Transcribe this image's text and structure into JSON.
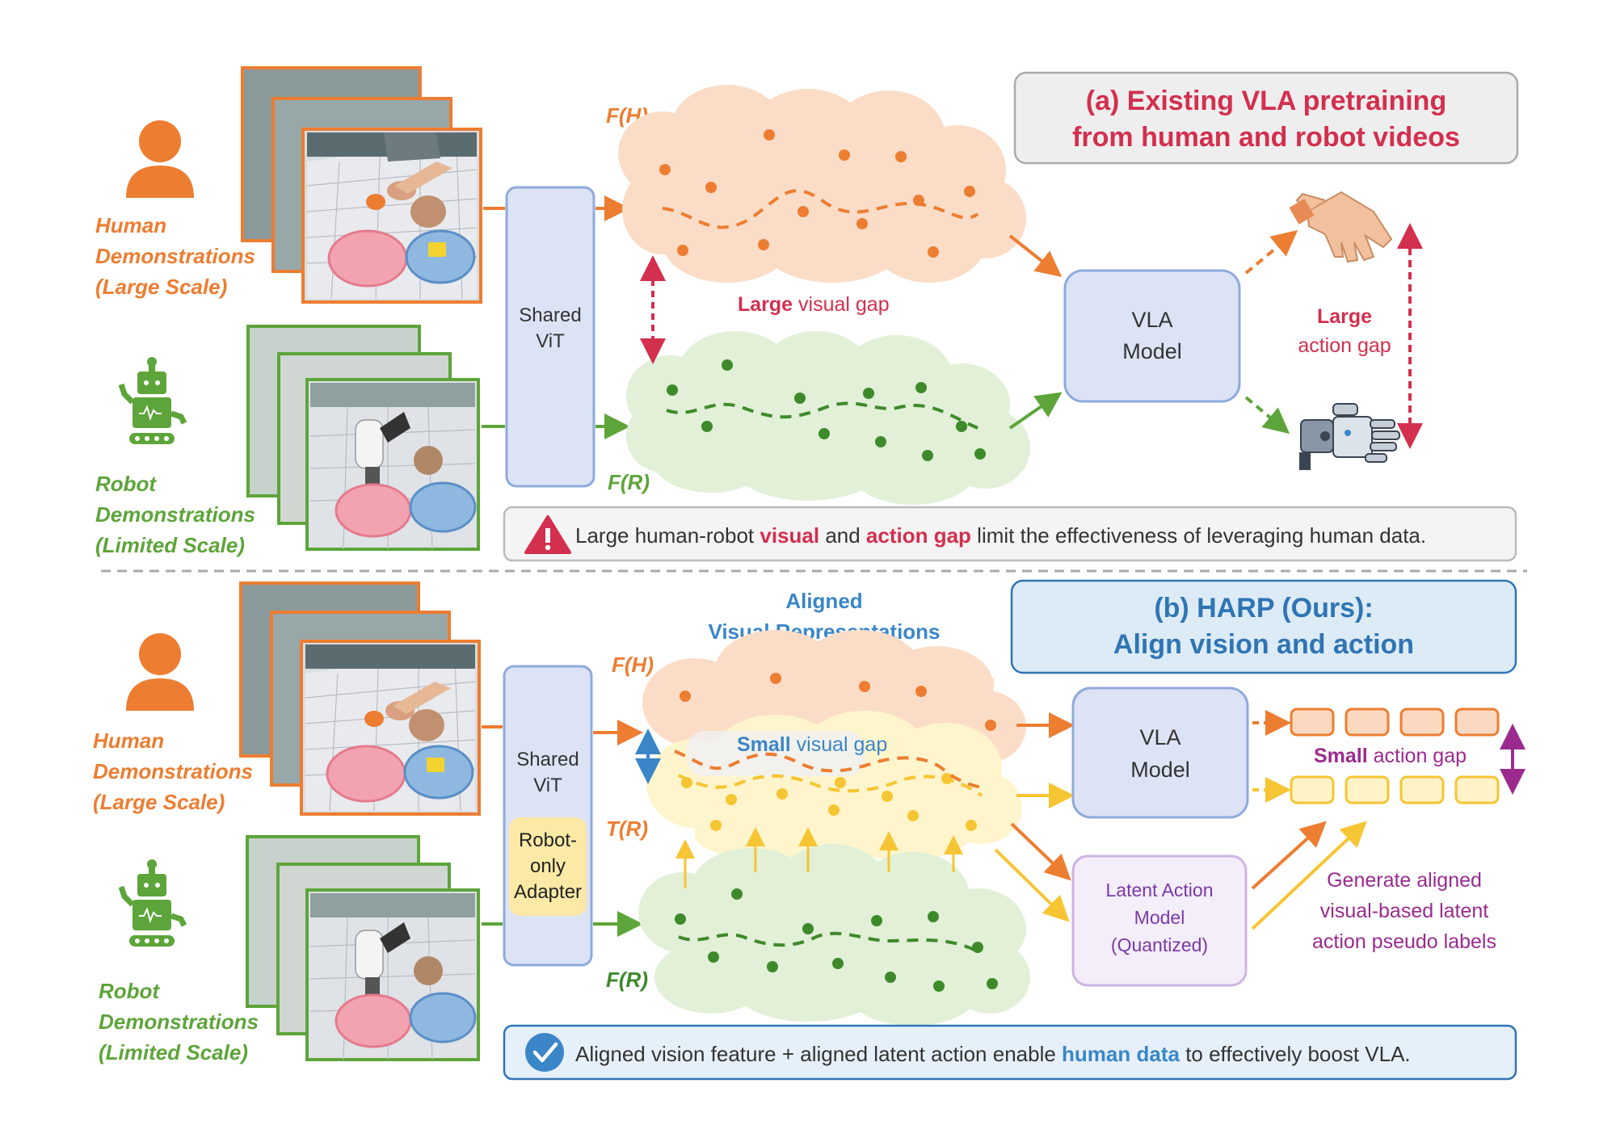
{
  "colors": {
    "human": "#ED7D31",
    "robot": "#5DA53A",
    "red": "#D32F4E",
    "blue": "#3A86C8",
    "purple": "#9B2A8F",
    "yellow": "#F6C533",
    "vit_fill": "#DCE3F5",
    "vit_stroke": "#8FAADC"
  },
  "top": {
    "human_label": [
      "Human",
      "Demonstrations",
      "(Large Scale)"
    ],
    "robot_label": [
      "Robot",
      "Demonstrations",
      "(Limited Scale)"
    ],
    "vit_label": [
      "Shared",
      "ViT"
    ],
    "fh_label": "F(H)",
    "fr_label": "F(R)",
    "visual_gap_bold": "Large",
    "visual_gap_rest": " visual gap",
    "vla_label": [
      "VLA",
      "Model"
    ],
    "action_gap_bold": "Large",
    "action_gap_rest": "action gap",
    "title_line1": "(a)  Existing VLA pretraining",
    "title_line2": "from human and robot videos",
    "warning_pre": "Large human-robot ",
    "warning_visual": "visual",
    "warning_mid": " and ",
    "warning_action": "action gap",
    "warning_post": " limit the effectiveness of leveraging human data.",
    "hand_icon": "human-hand-icon",
    "robot_hand_icon": "robot-hand-icon",
    "warning_icon": "warning-triangle-icon"
  },
  "bottom": {
    "human_label": [
      "Human",
      "Demonstrations",
      "(Large Scale)"
    ],
    "robot_label": [
      "Robot",
      "Demonstrations",
      "(Limited Scale)"
    ],
    "vit_label": [
      "Shared",
      "ViT"
    ],
    "adapter_label": [
      "Robot-",
      "only",
      "Adapter"
    ],
    "aligned_label": [
      "Aligned",
      "Visual Representations"
    ],
    "fh_label": "F(H)",
    "tr_label": "T(R)",
    "fr_label": "F(R)",
    "visual_gap_bold": "Small",
    "visual_gap_rest": " visual gap",
    "vla_label": [
      "VLA",
      "Model"
    ],
    "lam_label": [
      "Latent Action",
      "Model",
      "(Quantized)"
    ],
    "action_gap_bold": "Small",
    "action_gap_rest": " action gap",
    "generate_label": [
      "Generate aligned",
      "visual-based latent",
      "action pseudo labels"
    ],
    "title_line1": "(b) HARP (Ours):",
    "title_line2": "Align vision and action",
    "note_pre": "Aligned vision feature + aligned latent action enable ",
    "note_highlight": "human data",
    "note_post": " to effectively boost VLA.",
    "check_icon": "check-circle-icon"
  }
}
